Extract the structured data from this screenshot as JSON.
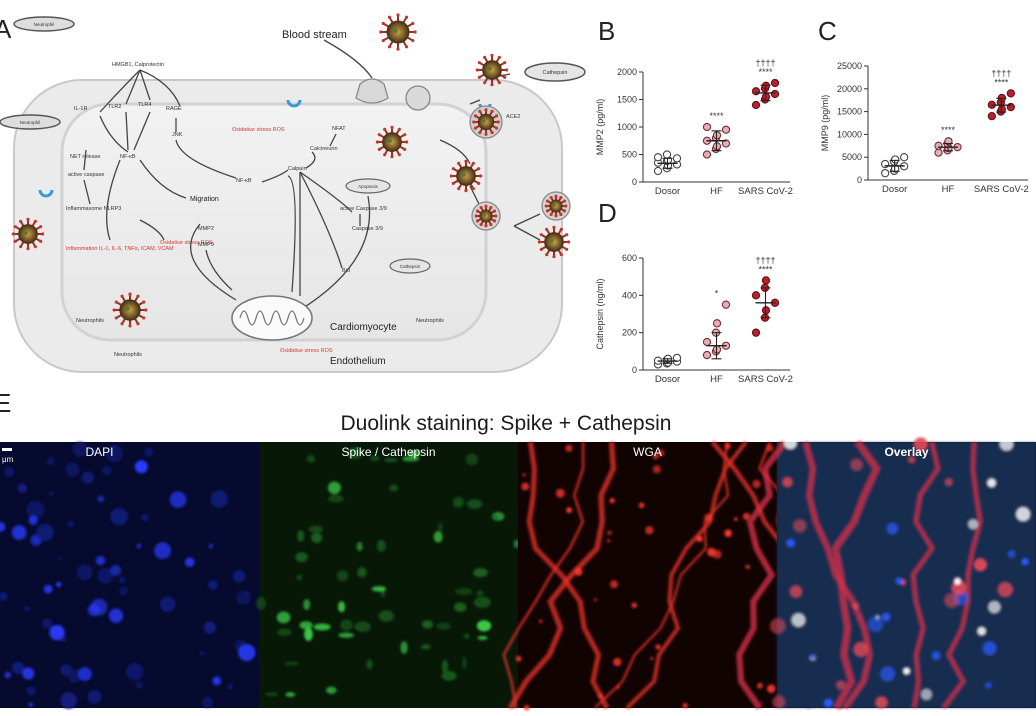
{
  "panel_letters": {
    "A": "A",
    "B": "B",
    "C": "C",
    "D": "D",
    "E": "E"
  },
  "pathway": {
    "blood_stream": "Blood stream",
    "cardiomyocyte": "Cardiomyocyte",
    "endothelium": "Endothelium",
    "migration": "Migration",
    "pill_neutrophil_1": "Neutrophil",
    "pill_neutrophil_2": "Neutrophil",
    "pill_cathepsin": "Cathepsin",
    "pill_apoptosis": "Apoptosis",
    "pill_cathepsin_2": "Cathepsin",
    "hmgb1": "HMGB1, Calprotectin",
    "il1r": "IL-1R",
    "tlr2": "TLR2",
    "tlr4": "TLR4",
    "rage": "RAGE",
    "jnk": "JNK",
    "nfkb1": "NF-κB",
    "nfkb2": "NF-κB",
    "net_release": "NET release",
    "active_caspase": "active caspase",
    "inflammasome": "Inflammasome NLRP3",
    "inflammation_red": "Inflammation IL-1, IL-6, TNFα, ICAM, VCAM",
    "oxidative_stress_1": "Oxidative stress ROS",
    "oxidative_stress_2": "Oxidative stress ROS",
    "oxidative_stress_3": "Oxidative stress ROS",
    "mmp2": "MMP2",
    "mmp9": "MMP9",
    "calpain": "Calpain",
    "calcineurin": "Calcineurin",
    "nfat": "NFAT",
    "caspase": "active Caspase 3/9",
    "caspase2": "Caspase 3/9",
    "bid": "Bid",
    "ace2": "ACE2",
    "neutrophils_1": "Neutrophils",
    "neutrophils_2": "Neutrophils",
    "neutrophils_3": "Neutrophils"
  },
  "chart_data": [
    {
      "type": "scatter",
      "panel": "B",
      "title": "",
      "ylabel": "MMP2 (pg/ml)",
      "ylim": [
        0,
        2000
      ],
      "yticks": [
        0,
        500,
        1000,
        1500,
        2000
      ],
      "categories": [
        "Dosor",
        "HF",
        "SARS CoV-2"
      ],
      "series": [
        {
          "category": "Dosor",
          "values": [
            200,
            250,
            300,
            320,
            350,
            380,
            400,
            430,
            450,
            500
          ],
          "mean": 340,
          "sd": 90,
          "marker": "open-circle",
          "significance": ""
        },
        {
          "category": "HF",
          "values": [
            500,
            600,
            650,
            700,
            750,
            800,
            850,
            950,
            1000
          ],
          "mean": 750,
          "sd": 180,
          "marker": "pink-circle",
          "significance": "****"
        },
        {
          "category": "SARS CoV-2",
          "values": [
            1400,
            1500,
            1550,
            1600,
            1650,
            1700,
            1750,
            1800
          ],
          "mean": 1620,
          "sd": 140,
          "marker": "red-circle",
          "significance": "****",
          "significance2": "††††"
        }
      ]
    },
    {
      "type": "scatter",
      "panel": "C",
      "title": "",
      "ylabel": "MMP9 (pg/ml)",
      "ylim": [
        0,
        25000
      ],
      "yticks": [
        0,
        5000,
        10000,
        15000,
        20000,
        25000
      ],
      "categories": [
        "Dosor",
        "HF",
        "SARS CoV-2"
      ],
      "series": [
        {
          "category": "Dosor",
          "values": [
            1500,
            2000,
            2500,
            3000,
            3500,
            4000,
            4500,
            5000
          ],
          "mean": 3100,
          "sd": 1200,
          "marker": "open-circle",
          "significance": ""
        },
        {
          "category": "HF",
          "values": [
            6000,
            6500,
            7000,
            7200,
            7500,
            8000,
            8500
          ],
          "mean": 7200,
          "sd": 800,
          "marker": "pink-circle",
          "significance": "****"
        },
        {
          "category": "SARS CoV-2",
          "values": [
            14000,
            15000,
            15500,
            16000,
            16500,
            17000,
            18000,
            19000
          ],
          "mean": 16400,
          "sd": 1500,
          "marker": "red-circle",
          "significance": "****",
          "significance2": "††††"
        }
      ]
    },
    {
      "type": "scatter",
      "panel": "D",
      "title": "",
      "ylabel": "Cathepsin (ng/ml)",
      "ylim": [
        0,
        600
      ],
      "yticks": [
        0,
        200,
        400,
        600
      ],
      "categories": [
        "Dosor",
        "HF",
        "SARS CoV-2"
      ],
      "series": [
        {
          "category": "Dosor",
          "values": [
            30,
            35,
            40,
            45,
            50,
            55,
            60,
            65
          ],
          "mean": 48,
          "sd": 12,
          "marker": "open-circle",
          "significance": ""
        },
        {
          "category": "HF",
          "values": [
            80,
            100,
            110,
            130,
            150,
            200,
            250,
            350
          ],
          "mean": 130,
          "sd": 70,
          "marker": "pink-circle",
          "significance": "*"
        },
        {
          "category": "SARS CoV-2",
          "values": [
            200,
            280,
            320,
            360,
            400,
            440,
            480
          ],
          "mean": 360,
          "sd": 80,
          "marker": "red-circle",
          "significance": "****",
          "significance2": "††††"
        }
      ]
    }
  ],
  "panel_e": {
    "title": "Duolink staining: Spike + Cathepsin",
    "scale_bar": "μm",
    "channels": [
      {
        "label": "DAPI",
        "color": "#1a2bd9"
      },
      {
        "label": "Spike / Cathepsin",
        "color": "#33c23a"
      },
      {
        "label": "WGA",
        "color": "#e12a22"
      },
      {
        "label": "Overlay",
        "color": "#6fa0c9"
      }
    ]
  }
}
